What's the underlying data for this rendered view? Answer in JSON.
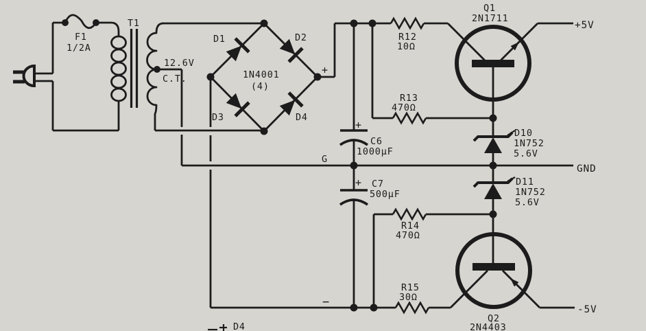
{
  "colors": {
    "paper": "#d7d5d0",
    "ink": "#1c1c1c"
  },
  "components": {
    "fuse": {
      "ref": "F1",
      "value": "1/2A"
    },
    "transformer": {
      "ref": "T1",
      "secondary_voltage": "12.6V",
      "center_tap": "C.T."
    },
    "bridge": {
      "part": "1N4001",
      "quantity": "(4)",
      "positive_sign": "+",
      "diodes": [
        "D1",
        "D2",
        "D3",
        "D4"
      ]
    },
    "c6": {
      "ref": "C6",
      "value": "1000µF",
      "polarity": "+"
    },
    "c7": {
      "ref": "C7",
      "value": "500µF",
      "polarity": "+"
    },
    "r12": {
      "ref": "R12",
      "value": "10Ω"
    },
    "r13": {
      "ref": "R13",
      "value": "470Ω"
    },
    "r14": {
      "ref": "R14",
      "value": "470Ω"
    },
    "r15": {
      "ref": "R15",
      "value": "30Ω"
    },
    "q1": {
      "ref": "Q1",
      "part": "2N1711"
    },
    "q2": {
      "ref": "Q2",
      "part": "2N4403"
    },
    "d10": {
      "ref": "D10",
      "part": "1N752",
      "voltage": "5.6V"
    },
    "d11": {
      "ref": "D11",
      "part": "1N752",
      "voltage": "5.6V"
    }
  },
  "nets": {
    "ground_point": "G",
    "negative_rail_sign": "−",
    "outputs": {
      "positive": "+5V",
      "ground": "GND",
      "negative": "-5V"
    }
  },
  "partial_next_figure": {
    "label": "D4"
  }
}
